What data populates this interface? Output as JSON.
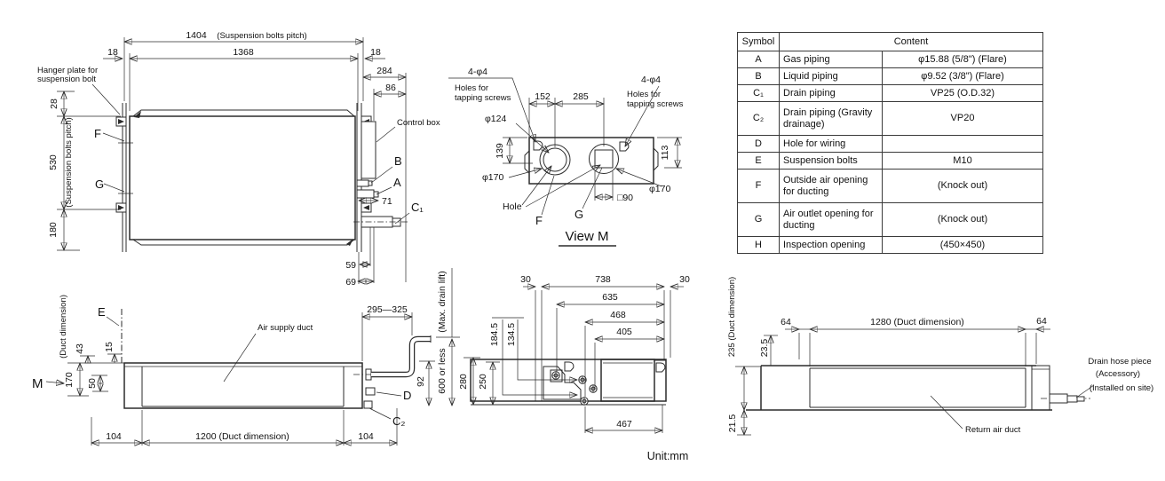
{
  "footer": {
    "unit_label": "Unit:mm"
  },
  "table": {
    "header_symbol": "Symbol",
    "header_content": "Content",
    "rows": [
      {
        "symbol": "A",
        "name": "Gas piping",
        "value": "φ15.88 (5/8\")  (Flare)"
      },
      {
        "symbol": "B",
        "name": "Liquid piping",
        "value": "φ9.52 (3/8\")  (Flare)"
      },
      {
        "symbol": "C₁",
        "name": "Drain piping",
        "value": "VP25 (O.D.32)"
      },
      {
        "symbol": "C₂",
        "name": "Drain piping (Gravity drainage)",
        "value": "VP20"
      },
      {
        "symbol": "D",
        "name": "Hole for wiring",
        "value": ""
      },
      {
        "symbol": "E",
        "name": "Suspension bolts",
        "value": "M10"
      },
      {
        "symbol": "F",
        "name": "Outside air opening for ducting",
        "value": "(Knock out)"
      },
      {
        "symbol": "G",
        "name": "Air outlet opening for ducting",
        "value": "(Knock out)"
      },
      {
        "symbol": "H",
        "name": "Inspection opening",
        "value": "(450×450)"
      }
    ]
  },
  "plan": {
    "dim_1404": "1404",
    "pitch_note": "(Suspension bolts pitch)",
    "dim_1368": "1368",
    "dim_18_l": "18",
    "dim_18_r": "18",
    "dim_284": "284",
    "dim_86": "86",
    "hanger_1": "Hanger plate for",
    "hanger_2": "suspension bolt",
    "dim_28": "28",
    "dim_530": "530",
    "pitch_note_v": "(Suspension bolts pitch)",
    "dim_180": "180",
    "f": "F",
    "g": "G",
    "control_box": "Control box",
    "b": "B",
    "a": "A",
    "dim_71": "71",
    "c1": "C₁",
    "dim_59": "59",
    "dim_69": "69"
  },
  "view_m": {
    "tap_l": "4-φ4",
    "tap_note_1": "Holes for",
    "tap_note_2": "tapping screws",
    "tap_r": "4-φ4",
    "tap_note_3": "Holes for",
    "tap_note_4": "tapping screws",
    "dim_152": "152",
    "dim_285": "285",
    "dia_124": "φ124",
    "dim_139": "139",
    "dia_170_l": "φ170",
    "hole": "Hole",
    "f": "F",
    "g": "G",
    "dim_113": "113",
    "dia_170_r": "φ170",
    "sq_90": "□90",
    "title": "View M"
  },
  "supply": {
    "duct_note": "(Duct dimension)",
    "dim_170": "170",
    "e": "E",
    "dim_43": "43",
    "dim_15": "15",
    "dim_50": "50",
    "m": "M",
    "duct_label": "Air supply duct",
    "dim_104_l": "104",
    "dim_1200": "1200 (Duct dimension)",
    "dim_104_r": "104",
    "dim_295_325": "295—325",
    "max_drain": "(Max. drain lift)",
    "drain_600": "600 or less",
    "dim_92": "92",
    "d": "D",
    "c2": "C₂"
  },
  "section": {
    "dim_30_l": "30",
    "dim_738": "738",
    "dim_30_r": "30",
    "dim_635": "635",
    "dim_468": "468",
    "dim_405": "405",
    "dim_184": "184.5",
    "dim_134": "134.5",
    "dim_280": "280",
    "dim_250": "250",
    "dim_467": "467"
  },
  "ret": {
    "duct_dim": "235 (Duct dimension)",
    "dim_23": "23.5",
    "dim_21": "21.5",
    "dim_64_l": "64",
    "dim_1280": "1280 (Duct dimension)",
    "dim_64_r": "64",
    "duct_label": "Return air duct",
    "drain_1": "Drain hose piece",
    "drain_2": "(Accessory)",
    "drain_3": "(Installed on site)"
  }
}
